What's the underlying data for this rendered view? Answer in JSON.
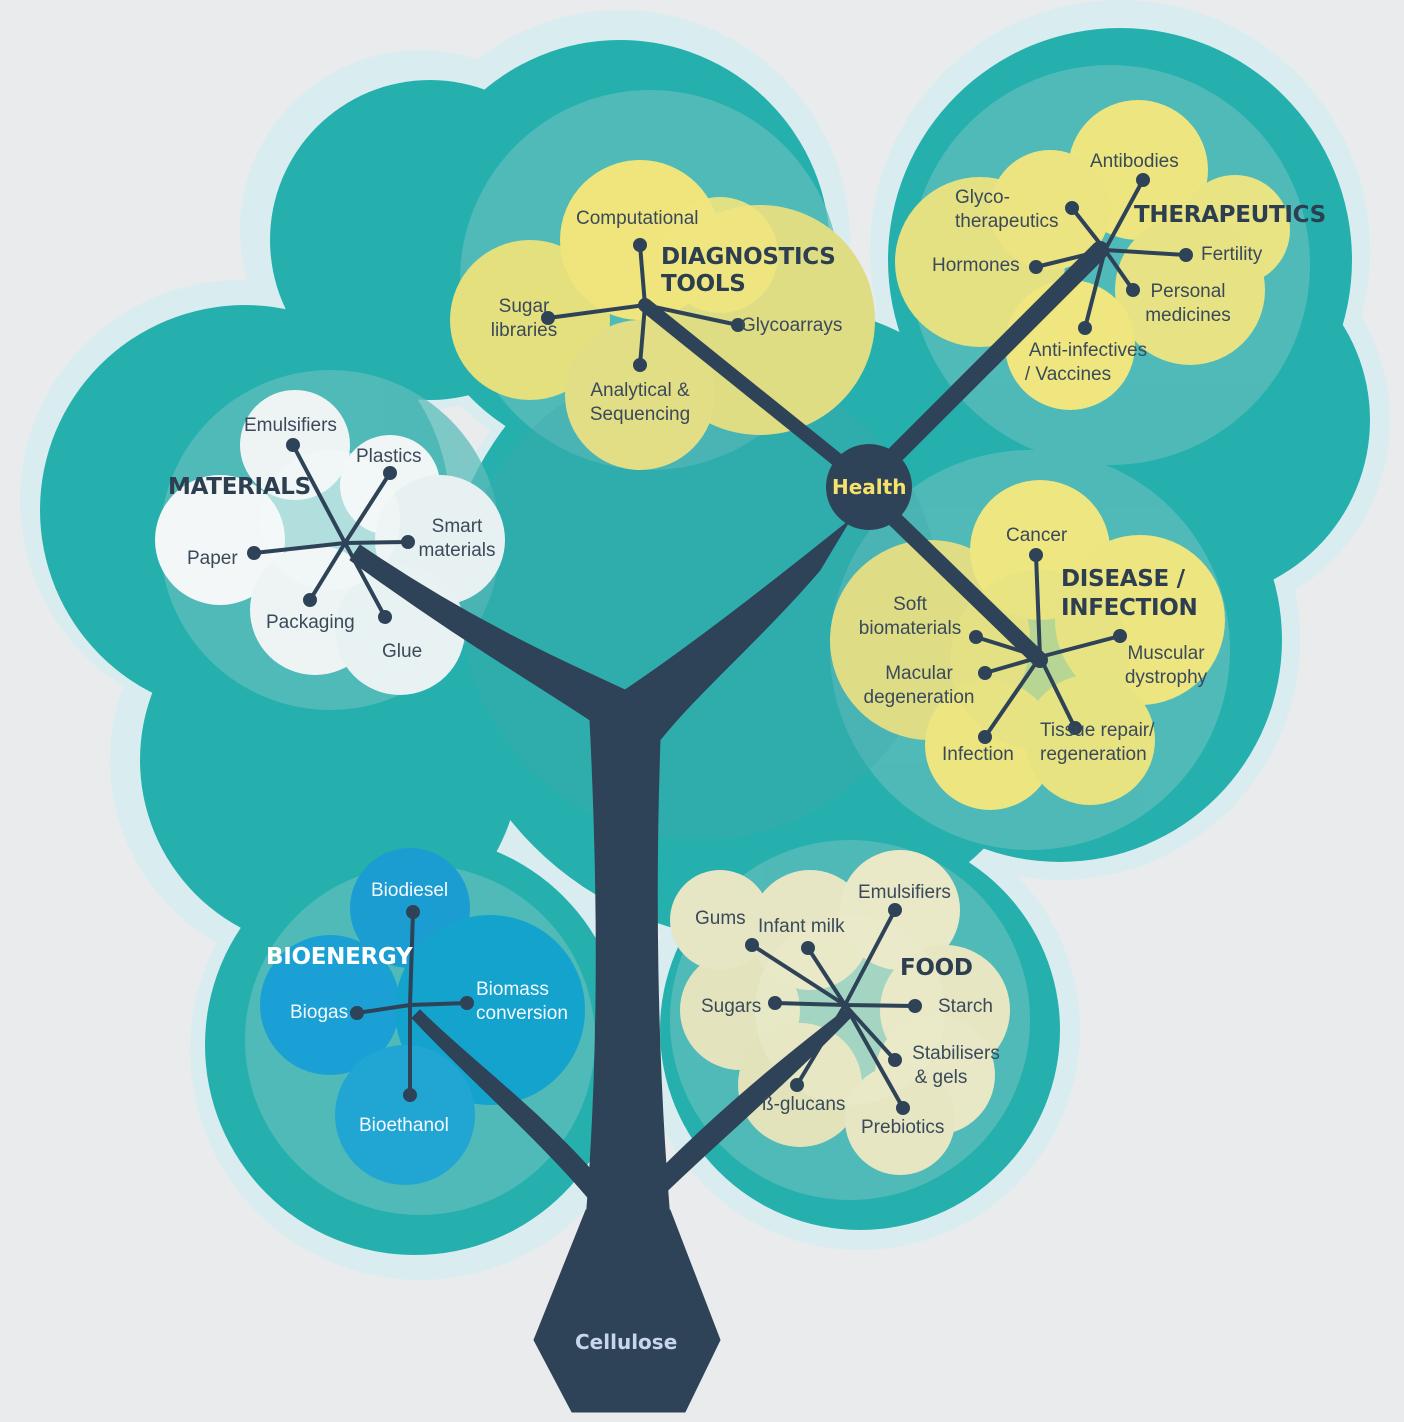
{
  "root": {
    "label": "Cellulose",
    "text_color": "#c7d6ea"
  },
  "hub": {
    "label": "Health",
    "text_color": "#f6e26b"
  },
  "colors": {
    "canopy_outer": "#d7ecef",
    "canopy": "#26b0ad",
    "canopy_inner": "#63bfbe",
    "trunk": "#2e4357",
    "health_group": "#ece479",
    "materials_group": "#f4f8f8",
    "bioenergy_group": "#1aa3d0",
    "food_group": "#edecc6"
  },
  "groups": {
    "diagnostics": {
      "title_line1": "DIAGNOSTICS",
      "title_line2": "TOOLS",
      "items": {
        "computational": "Computational",
        "sugar_l1": "Sugar",
        "sugar_l2": "libraries",
        "glycoarrays": "Glycoarrays",
        "analytical_l1": "Analytical &",
        "analytical_l2": "Sequencing"
      }
    },
    "therapeutics": {
      "title": "THERAPEUTICS",
      "items": {
        "antibodies": "Antibodies",
        "glyco_l1": "Glyco-",
        "glyco_l2": "therapeutics",
        "hormones": "Hormones",
        "fertility": "Fertility",
        "personal_l1": "Personal",
        "personal_l2": "medicines",
        "anti_l1": "Anti-infectives",
        "anti_l2": "/ Vaccines"
      }
    },
    "materials": {
      "title": "MATERIALS",
      "items": {
        "emulsifiers": "Emulsifiers",
        "plastics": "Plastics",
        "smart_l1": "Smart",
        "smart_l2": "materials",
        "paper": "Paper",
        "packaging": "Packaging",
        "glue": "Glue"
      }
    },
    "disease": {
      "title_line1": "DISEASE /",
      "title_line2": "INFECTION",
      "items": {
        "cancer": "Cancer",
        "soft_l1": "Soft",
        "soft_l2": "biomaterials",
        "macular_l1": "Macular",
        "macular_l2": "degeneration",
        "muscular_l1": "Muscular",
        "muscular_l2": "dystrophy",
        "infection": "Infection",
        "tissue_l1": "Tissue repair/",
        "tissue_l2": "regeneration"
      }
    },
    "bioenergy": {
      "title": "BIOENERGY",
      "items": {
        "biodiesel": "Biodiesel",
        "biogas": "Biogas",
        "biomass_l1": "Biomass",
        "biomass_l2": "conversion",
        "bioethanol": "Bioethanol"
      }
    },
    "food": {
      "title": "FOOD",
      "items": {
        "gums": "Gums",
        "infant_milk": "Infant milk",
        "emulsifiers": "Emulsifiers",
        "sugars": "Sugars",
        "starch": "Starch",
        "stab_l1": "Stabilisers",
        "stab_l2": "& gels",
        "glucans": "ß-glucans",
        "prebiotics": "Prebiotics"
      }
    }
  }
}
